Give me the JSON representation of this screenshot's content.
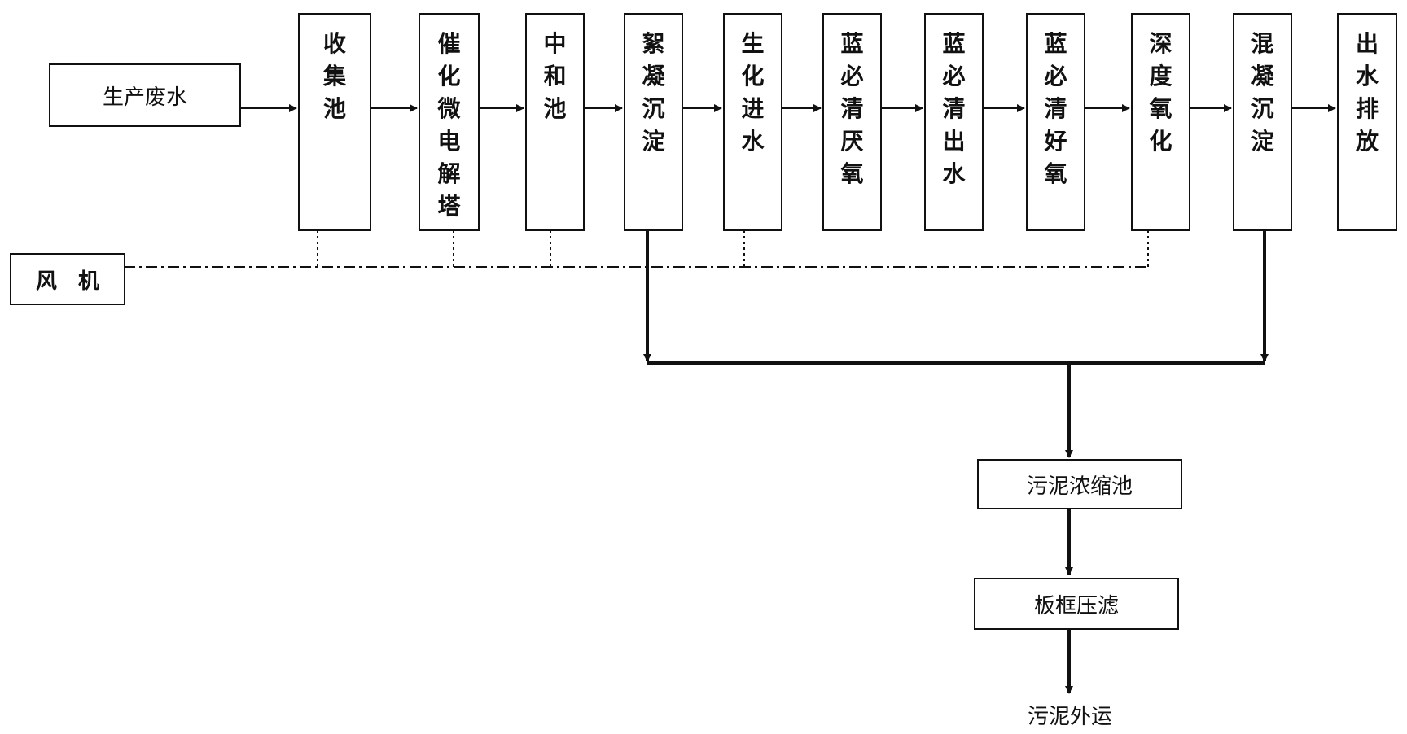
{
  "diagram": {
    "source": {
      "label": "生产废水"
    },
    "blower": {
      "label": "风　机"
    },
    "process_steps": [
      {
        "label": "收集池"
      },
      {
        "label": "催化微电解塔"
      },
      {
        "label": "中和池"
      },
      {
        "label": "絮凝沉淀"
      },
      {
        "label": "生化进水"
      },
      {
        "label": "蓝必清厌氧"
      },
      {
        "label": "蓝必清出水"
      },
      {
        "label": "蓝必清好氧"
      },
      {
        "label": "深度氧化"
      },
      {
        "label": "混凝沉淀"
      },
      {
        "label": "出水排放"
      }
    ],
    "sludge_steps": [
      {
        "label": "污泥浓缩池"
      },
      {
        "label": "板框压滤"
      }
    ],
    "sludge_output": {
      "label": "污泥外运"
    }
  }
}
